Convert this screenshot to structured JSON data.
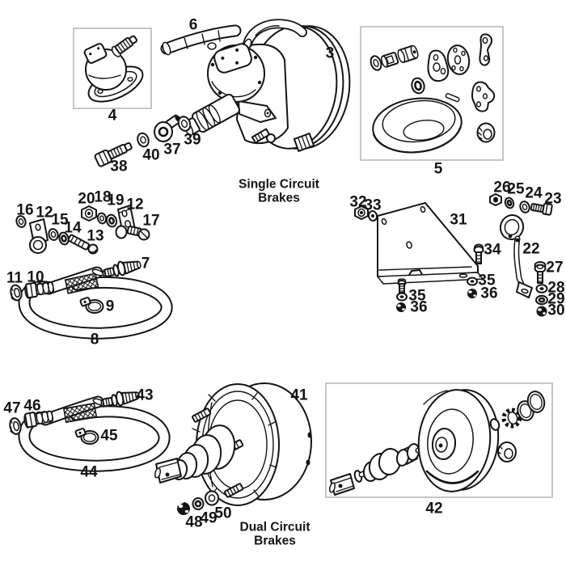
{
  "captions": {
    "single_circuit_line1": "Single Circuit",
    "single_circuit_line2": "Brakes",
    "dual_circuit_line1": "Dual Circuit",
    "dual_circuit_line2": "Brakes"
  },
  "labels": {
    "3": "3",
    "4": "4",
    "5": "5",
    "6": "6",
    "7": "7",
    "8": "8",
    "9": "9",
    "10": "10",
    "11": "11",
    "12": "12",
    "13": "13",
    "14": "14",
    "15": "15",
    "16": "16",
    "17": "17",
    "18": "18",
    "19": "19",
    "20": "20",
    "22": "22",
    "23": "23",
    "24": "24",
    "25": "25",
    "26": "26",
    "27": "27",
    "28": "28",
    "29": "29",
    "30": "30",
    "31": "31",
    "32": "32",
    "33": "33",
    "34": "34",
    "35": "35",
    "36": "36",
    "37": "37",
    "38": "38",
    "39": "39",
    "40": "40",
    "41": "41",
    "42": "42",
    "43": "43",
    "44": "44",
    "45": "45",
    "46": "46",
    "47": "47",
    "48": "48",
    "49": "49",
    "50": "50"
  },
  "colors": {
    "line": "#141414",
    "background": "#ffffff",
    "box_border": "#b3b3b3"
  }
}
